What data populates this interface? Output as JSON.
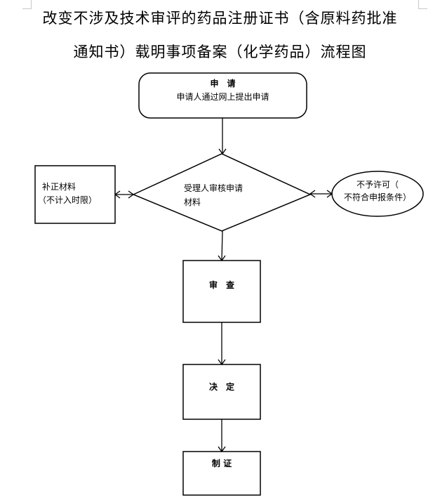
{
  "title": {
    "line1": "改变不涉及技术审评的药品注册证书（含原料药批准",
    "line2": "通知书）载明事项备案（化学药品）流程图"
  },
  "nodes": {
    "apply": {
      "heading": "申　请",
      "text": "申请人通过网上提出申请"
    },
    "review_accept": {
      "line1": "受理人审核申请",
      "line2": "材料"
    },
    "supplement": {
      "line1": "补正材料",
      "line2": "（不计入时限）"
    },
    "reject": {
      "line1": "不予许可（",
      "line2": "不符合申报条件）"
    },
    "examine": {
      "label": "审　查"
    },
    "decide": {
      "label": "决　定"
    },
    "certify": {
      "label": "制 证"
    }
  }
}
